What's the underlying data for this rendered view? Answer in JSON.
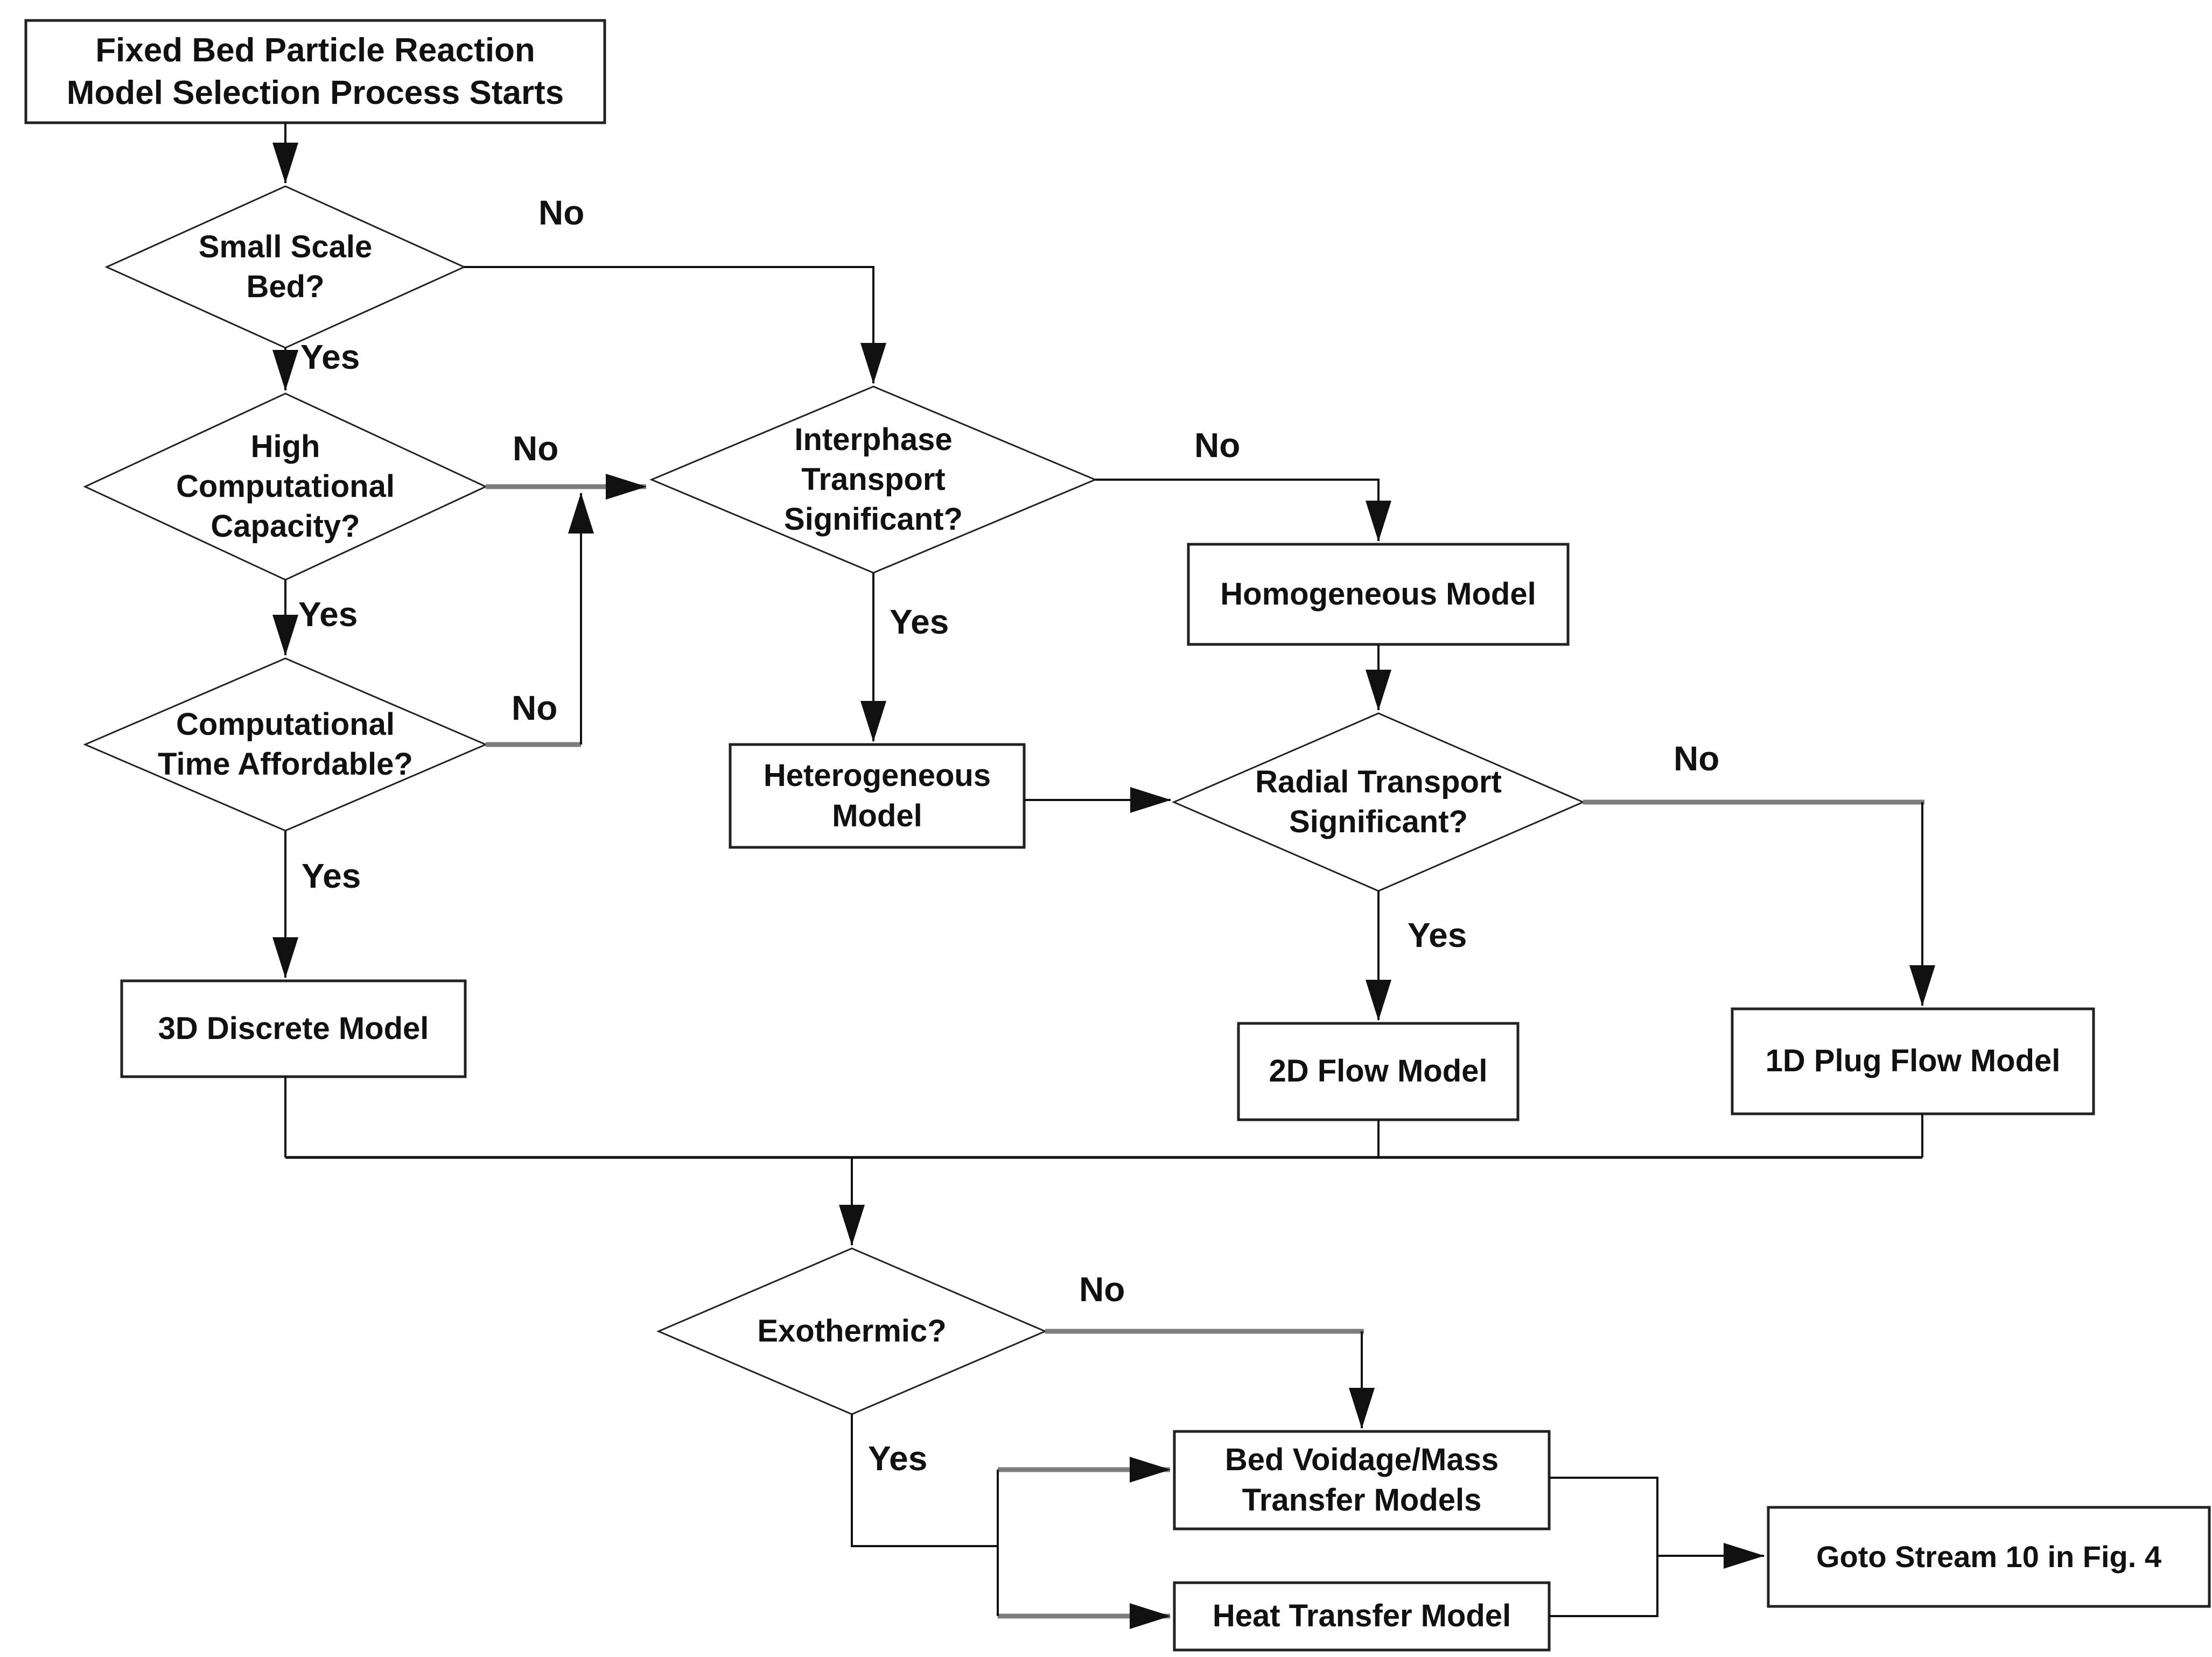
{
  "diagram": {
    "colors": {
      "line": "#111111",
      "thick_gray_line": "#7d7d7d",
      "shape_fill": "#ffffff",
      "shape_border": "#222222",
      "text": "#111111",
      "background": "#ffffff"
    },
    "nodes": {
      "start": {
        "type": "process",
        "label": "Fixed Bed Particle Reaction\nModel Selection Process Starts"
      },
      "small_scale_bed": {
        "type": "decision",
        "label": "Small Scale\nBed?"
      },
      "high_computational_capacity": {
        "type": "decision",
        "label": "High\nComputational\nCapacity?"
      },
      "computational_time_affordable": {
        "type": "decision",
        "label": "Computational\nTime Affordable?"
      },
      "three_d_discrete_model": {
        "type": "process",
        "label": "3D Discrete Model"
      },
      "interphase_transport_significant": {
        "type": "decision",
        "label": "Interphase\nTransport\nSignificant?"
      },
      "homogeneous_model": {
        "type": "process",
        "label": "Homogeneous Model"
      },
      "heterogeneous_model": {
        "type": "process",
        "label": "Heterogeneous\nModel"
      },
      "radial_transport_significant": {
        "type": "decision",
        "label": "Radial Transport\nSignificant?"
      },
      "two_d_flow_model": {
        "type": "process",
        "label": "2D Flow Model"
      },
      "one_d_plug_flow_model": {
        "type": "process",
        "label": "1D Plug Flow Model"
      },
      "exothermic": {
        "type": "decision",
        "label": "Exothermic?"
      },
      "bed_voidage_mass_transfer_models": {
        "type": "process",
        "label": "Bed Voidage/Mass\nTransfer Models"
      },
      "heat_transfer_model": {
        "type": "process",
        "label": "Heat Transfer Model"
      },
      "goto_stream_10": {
        "type": "process",
        "label": "Goto Stream 10 in Fig. 4"
      }
    },
    "edge_labels": {
      "small_scale_no": "No",
      "small_scale_yes": "Yes",
      "hcc_no": "No",
      "hcc_yes": "Yes",
      "cta_no": "No",
      "cta_yes": "Yes",
      "interphase_no": "No",
      "interphase_yes": "Yes",
      "radial_no": "No",
      "radial_yes": "Yes",
      "exothermic_no": "No",
      "exothermic_yes": "Yes"
    }
  }
}
